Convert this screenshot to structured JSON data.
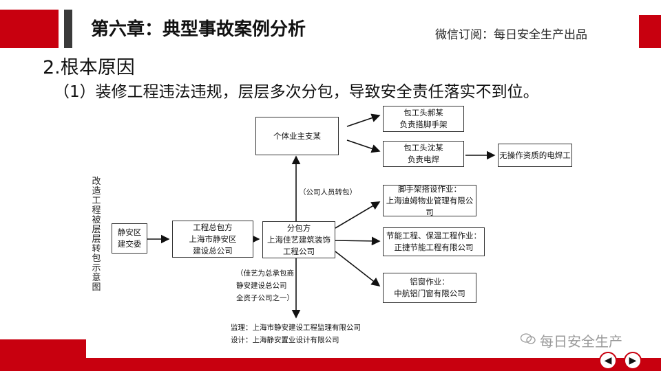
{
  "header": {
    "title": "第六章：典型事故案例分析",
    "subscribe": "微信订阅：每日安全生产出品"
  },
  "section": {
    "heading": "2.根本原因",
    "point": "（1）装修工程违法违规，层层多次分包，导致安全责任落实不到位。"
  },
  "diagram": {
    "side_label": "改造工程被层层转包示意图",
    "nodes": {
      "jingan": [
        "静安区",
        "建交委"
      ],
      "general": [
        "工程总包方",
        "上海市静安区",
        "建设总公司"
      ],
      "sub": [
        "分包方",
        "上海佳艺建筑装饰",
        "工程公司"
      ],
      "individual": [
        "个体业主支某"
      ],
      "foreman1": [
        "包工头郝某",
        "负责搭脚手架"
      ],
      "foreman2": [
        "包工头沈某",
        "负责电焊"
      ],
      "welder": [
        "无操作资质的电焊工"
      ],
      "scaffold": [
        "脚手架搭设作业：",
        "上海迪姆物业管理有限公司"
      ],
      "energy": [
        "节能工程、保温工程作业：",
        "正捷节能工程有限公司"
      ],
      "window": [
        "铝窗作业：",
        "中航铝门窗有限公司"
      ]
    },
    "notes": {
      "transfer": "（公司人员转包）",
      "jiayi_1": "（佳艺为总承包商",
      "jiayi_2": "静安建设总公司",
      "jiayi_3": "全资子公司之一）",
      "supervision": "监理：上海市静安建设工程监理有限公司",
      "design": "设计：上海静安置业设计有限公司"
    }
  },
  "footer": {
    "watermark": "每日安全生产",
    "prev_icon": "◀",
    "next_icon": "▶"
  },
  "colors": {
    "accent": "#c8000f",
    "dark": "#3a3a3a"
  }
}
